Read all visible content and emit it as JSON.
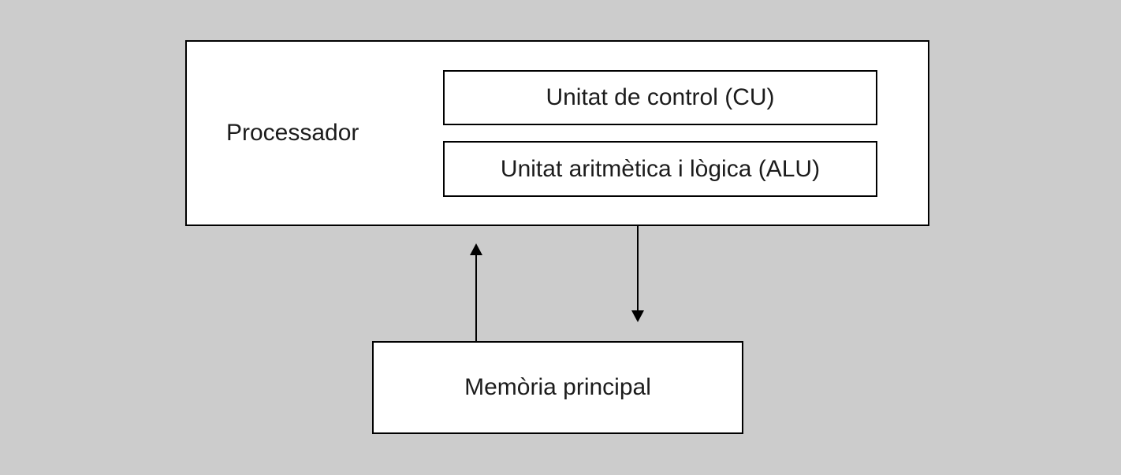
{
  "diagram": {
    "colors": {
      "background": "#cccccc",
      "box_fill": "#ffffff",
      "line": "#000000",
      "text": "#1c1c1c"
    },
    "processor": {
      "label": "Processador"
    },
    "control_unit": {
      "label": "Unitat de control (CU)"
    },
    "alu": {
      "label": "Unitat aritmètica i lògica (ALU)"
    },
    "main_memory": {
      "label": "Memòria principal"
    },
    "arrows": [
      {
        "name": "memory-to-processor",
        "direction": "up"
      },
      {
        "name": "processor-to-memory",
        "direction": "down"
      }
    ]
  }
}
